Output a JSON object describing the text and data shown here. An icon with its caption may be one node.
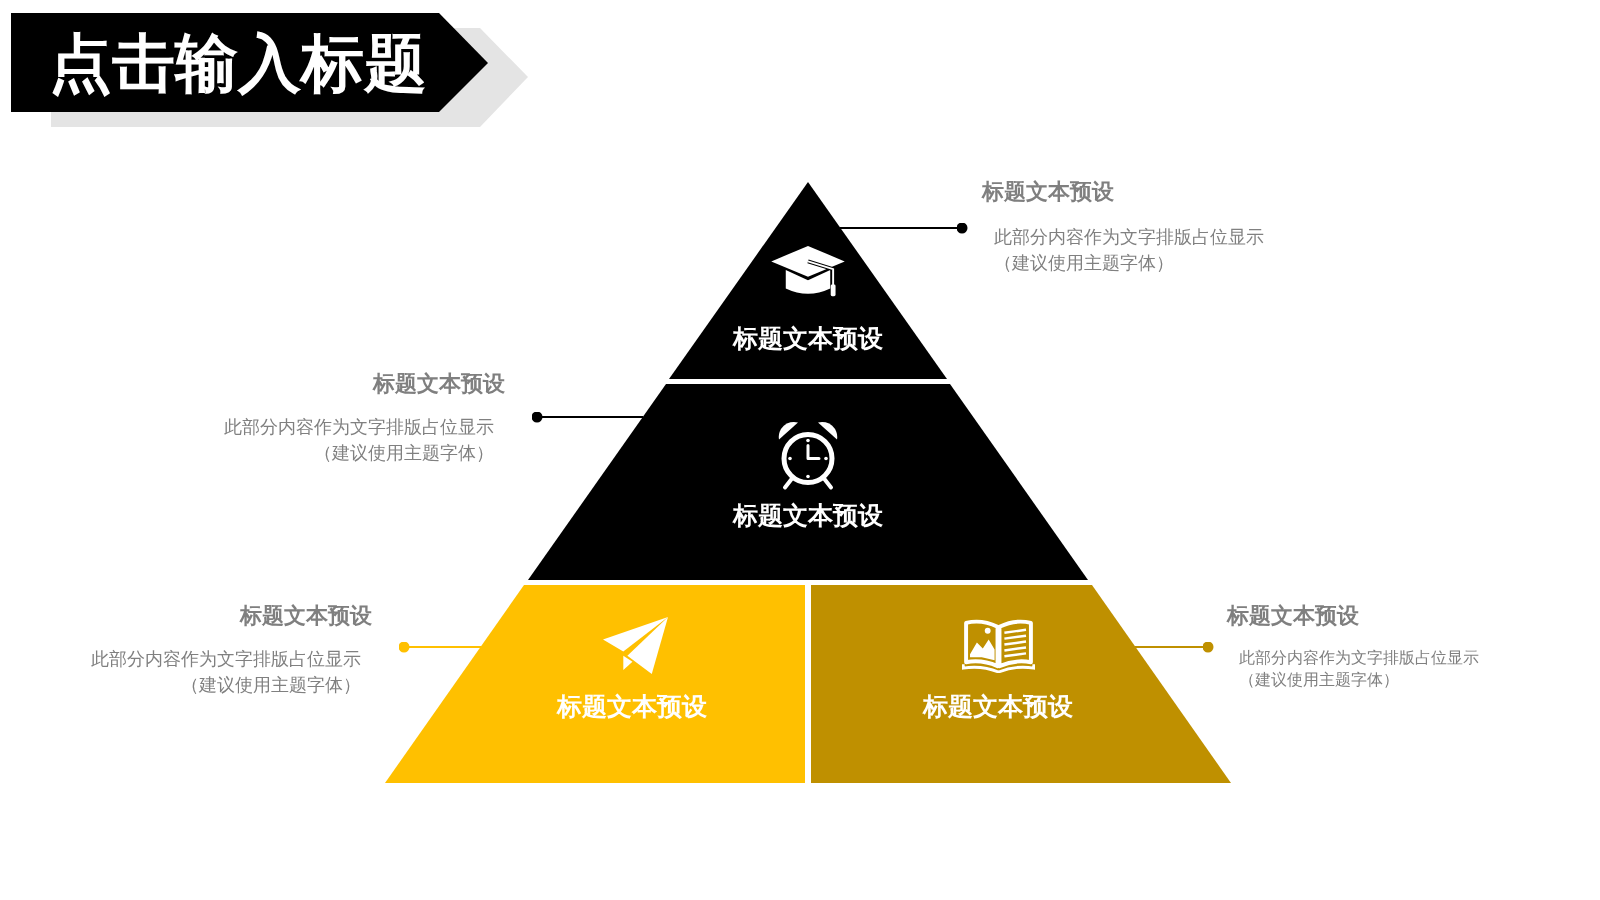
{
  "diagram": {
    "title": "点击输入标题",
    "nodes": [
      {
        "text": [
          "标题文本预设"
        ]
      },
      {
        "text": [
          "标题文本预设",
          "此部分内容作为文字排版占位显示（建议使用主题字体）"
        ]
      },
      {
        "text": [
          "标题文本预设",
          "此部分内容作为文字排版占位显示（建议使用主题字体）"
        ]
      },
      {
        "text": [
          "标题文本预设"
        ]
      },
      {
        "text": [
          "标题文本预设",
          "此部分内容作为文字排版占位显示（建议使用主题字体）"
        ]
      },
      {
        "text": [
          "标题文本预设"
        ]
      },
      {
        "text": [
          "标题文本预设"
        ]
      },
      {
        "text": [
          "标题文本预设",
          "此部分内容作为文字排版占位显示（建议使用主题字体）"
        ]
      }
    ],
    "edges": [
      {
        "from": 1,
        "to": 0,
        "arrow": "other"
      },
      {
        "from": 2,
        "to": 3,
        "arrow": "other"
      },
      {
        "from": 4,
        "to": 5,
        "arrow": "other",
        "color": "#ffc000"
      },
      {
        "from": 7,
        "to": 6,
        "arrow": "other",
        "color": "#bf9000"
      }
    ]
  }
}
